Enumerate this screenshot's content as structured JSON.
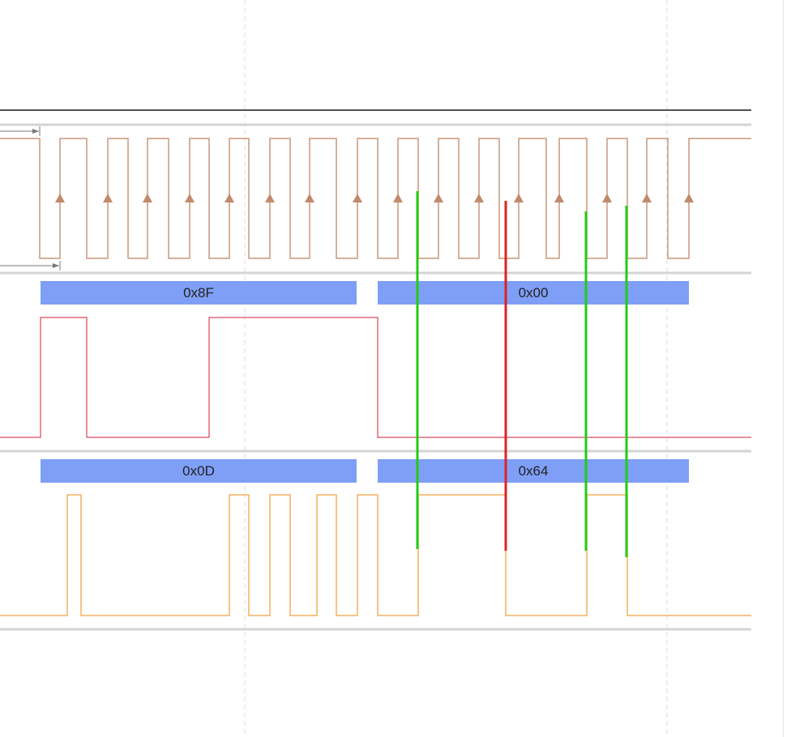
{
  "colors": {
    "background": "#ffffff",
    "grid": "#d9d9d9",
    "lane_separator": "#d4d4d4",
    "top_rule": "#1a1a1a",
    "clock": "#c9977a",
    "edge_marker": "#c08a6c",
    "mosi": "#e06a7a",
    "miso": "#f4b060",
    "decode_bar": "#7f9ff6",
    "decode_text": "#222222",
    "cursor_green": "#22cc11",
    "cursor_red": "#dd2222",
    "arrow": "#777777"
  },
  "lanes": {
    "clock": {
      "name": "clock-lane",
      "rising_edge_markers": 16
    },
    "mosi": {
      "name": "mosi-lane",
      "decoded_bytes": [
        {
          "label": "0x8F"
        },
        {
          "label": "0x00"
        }
      ]
    },
    "miso": {
      "name": "miso-lane",
      "decoded_bytes": [
        {
          "label": "0x0D"
        },
        {
          "label": "0x64"
        }
      ]
    }
  },
  "cursors": [
    {
      "name": "cursor-1",
      "color": "green"
    },
    {
      "name": "cursor-2",
      "color": "red"
    },
    {
      "name": "cursor-3",
      "color": "green"
    },
    {
      "name": "cursor-4",
      "color": "green"
    }
  ]
}
